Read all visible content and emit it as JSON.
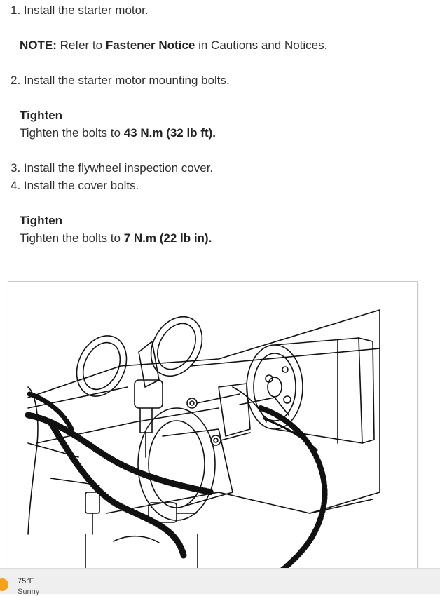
{
  "steps": [
    {
      "text": "1. Install the starter motor."
    },
    {
      "note_label": "NOTE:",
      "note_pre": " Refer to ",
      "note_bold": "Fastener Notice",
      "note_post": " in Cautions and Notices."
    },
    {
      "text": "2. Install the starter motor mounting bolts."
    },
    {
      "tighten_title": "Tighten",
      "tighten_pre": "Tighten the bolts to ",
      "tighten_value": "43 N.m (32 lb ft)."
    },
    {
      "text": "3. Install the flywheel inspection cover."
    },
    {
      "text": "4. Install the cover bolts."
    },
    {
      "tighten_title": "Tighten",
      "tighten_pre": "Tighten the bolts to ",
      "tighten_value": "7 N.m (22 lb in)."
    }
  ],
  "weather": {
    "temp": "75°F",
    "condition": "Sunny",
    "icon": "sun-icon",
    "icon_color": "#f7a21b"
  }
}
